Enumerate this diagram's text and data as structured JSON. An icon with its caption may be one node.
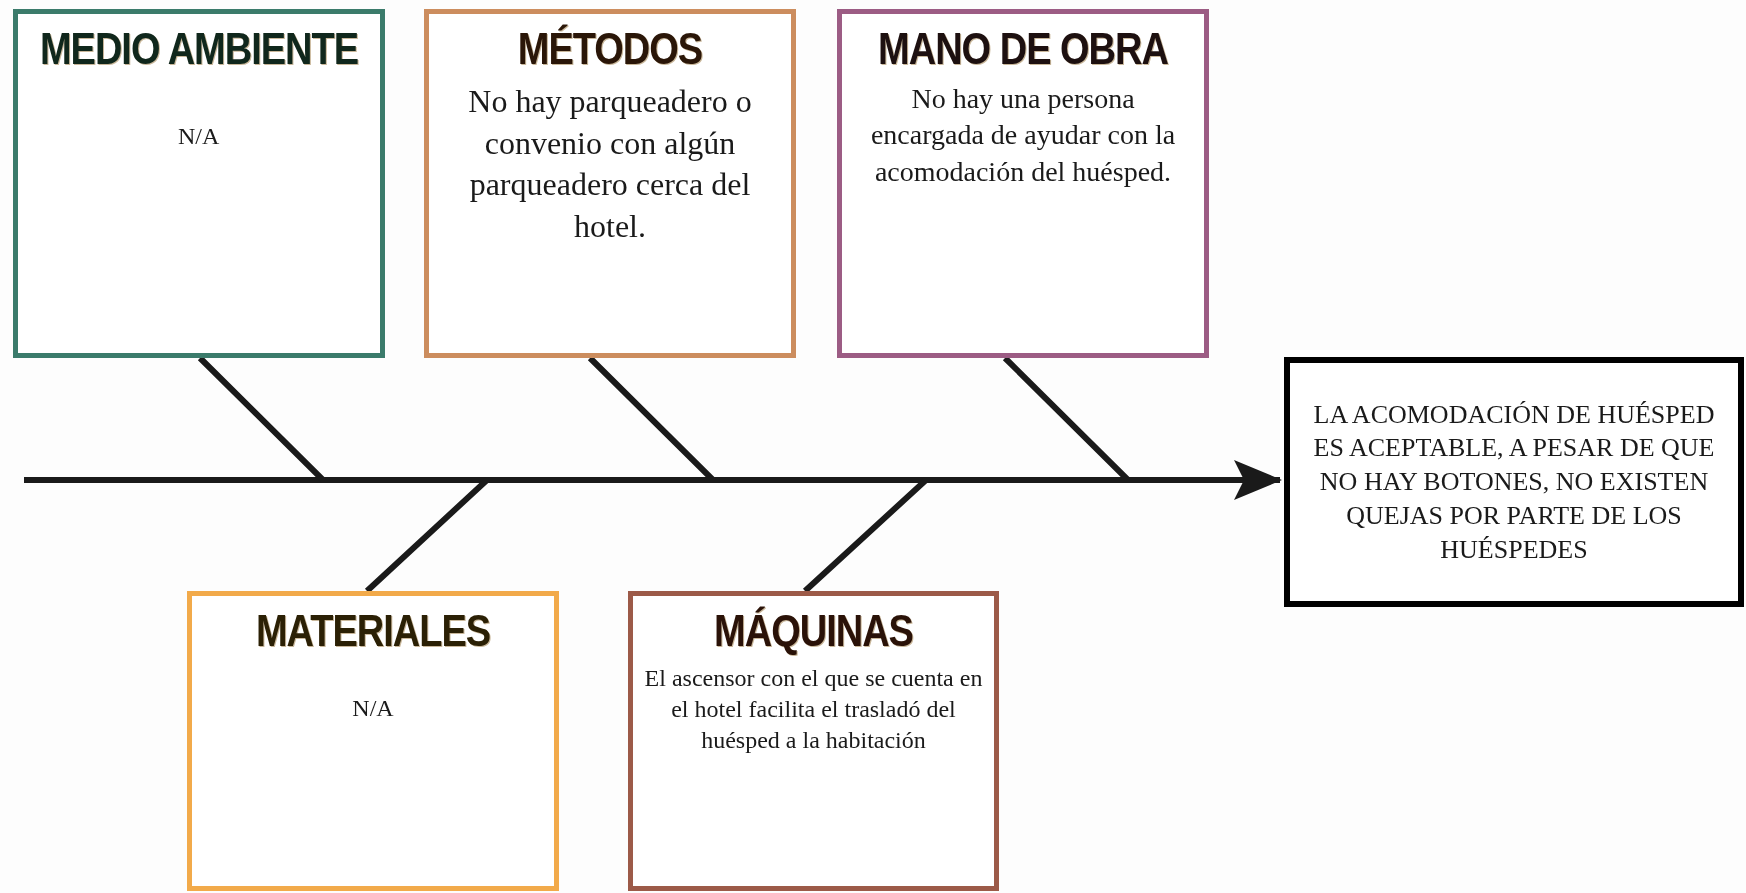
{
  "diagram": {
    "nodes": [
      {
        "text": [
          "MEDIO AMBIENTE",
          "N/A"
        ]
      },
      {
        "text": [
          "MÉTODOS",
          "No hay parqueadero o convenio con algún parqueadero cerca del hotel."
        ]
      },
      {
        "text": [
          "MANO DE OBRA",
          "No hay una persona encargada de ayudar con la acomodación del huésped."
        ]
      },
      {
        "text": [
          "MATERIALES",
          "N/A"
        ]
      },
      {
        "text": [
          "MÁQUINAS",
          "El ascensor con el que se cuenta en el hotel facilita el trasladó del huésped a la habitación"
        ]
      },
      {
        "text": [
          "LA ACOMODACIÓN DE HUÉSPED ES ACEPTABLE, A PESAR DE QUE NO HAY BOTONES, NO EXISTEN QUEJAS POR PARTE DE LOS HUÉSPEDES"
        ]
      }
    ],
    "edges": [
      {
        "from": null,
        "to": 5,
        "arrow": "to"
      },
      {
        "from": 0,
        "to": 5,
        "arrow": "none"
      },
      {
        "from": 1,
        "to": 5,
        "arrow": "none"
      },
      {
        "from": 2,
        "to": 5,
        "arrow": "none"
      },
      {
        "from": 3,
        "to": 5,
        "arrow": "none"
      },
      {
        "from": 4,
        "to": 5,
        "arrow": "none"
      }
    ]
  }
}
